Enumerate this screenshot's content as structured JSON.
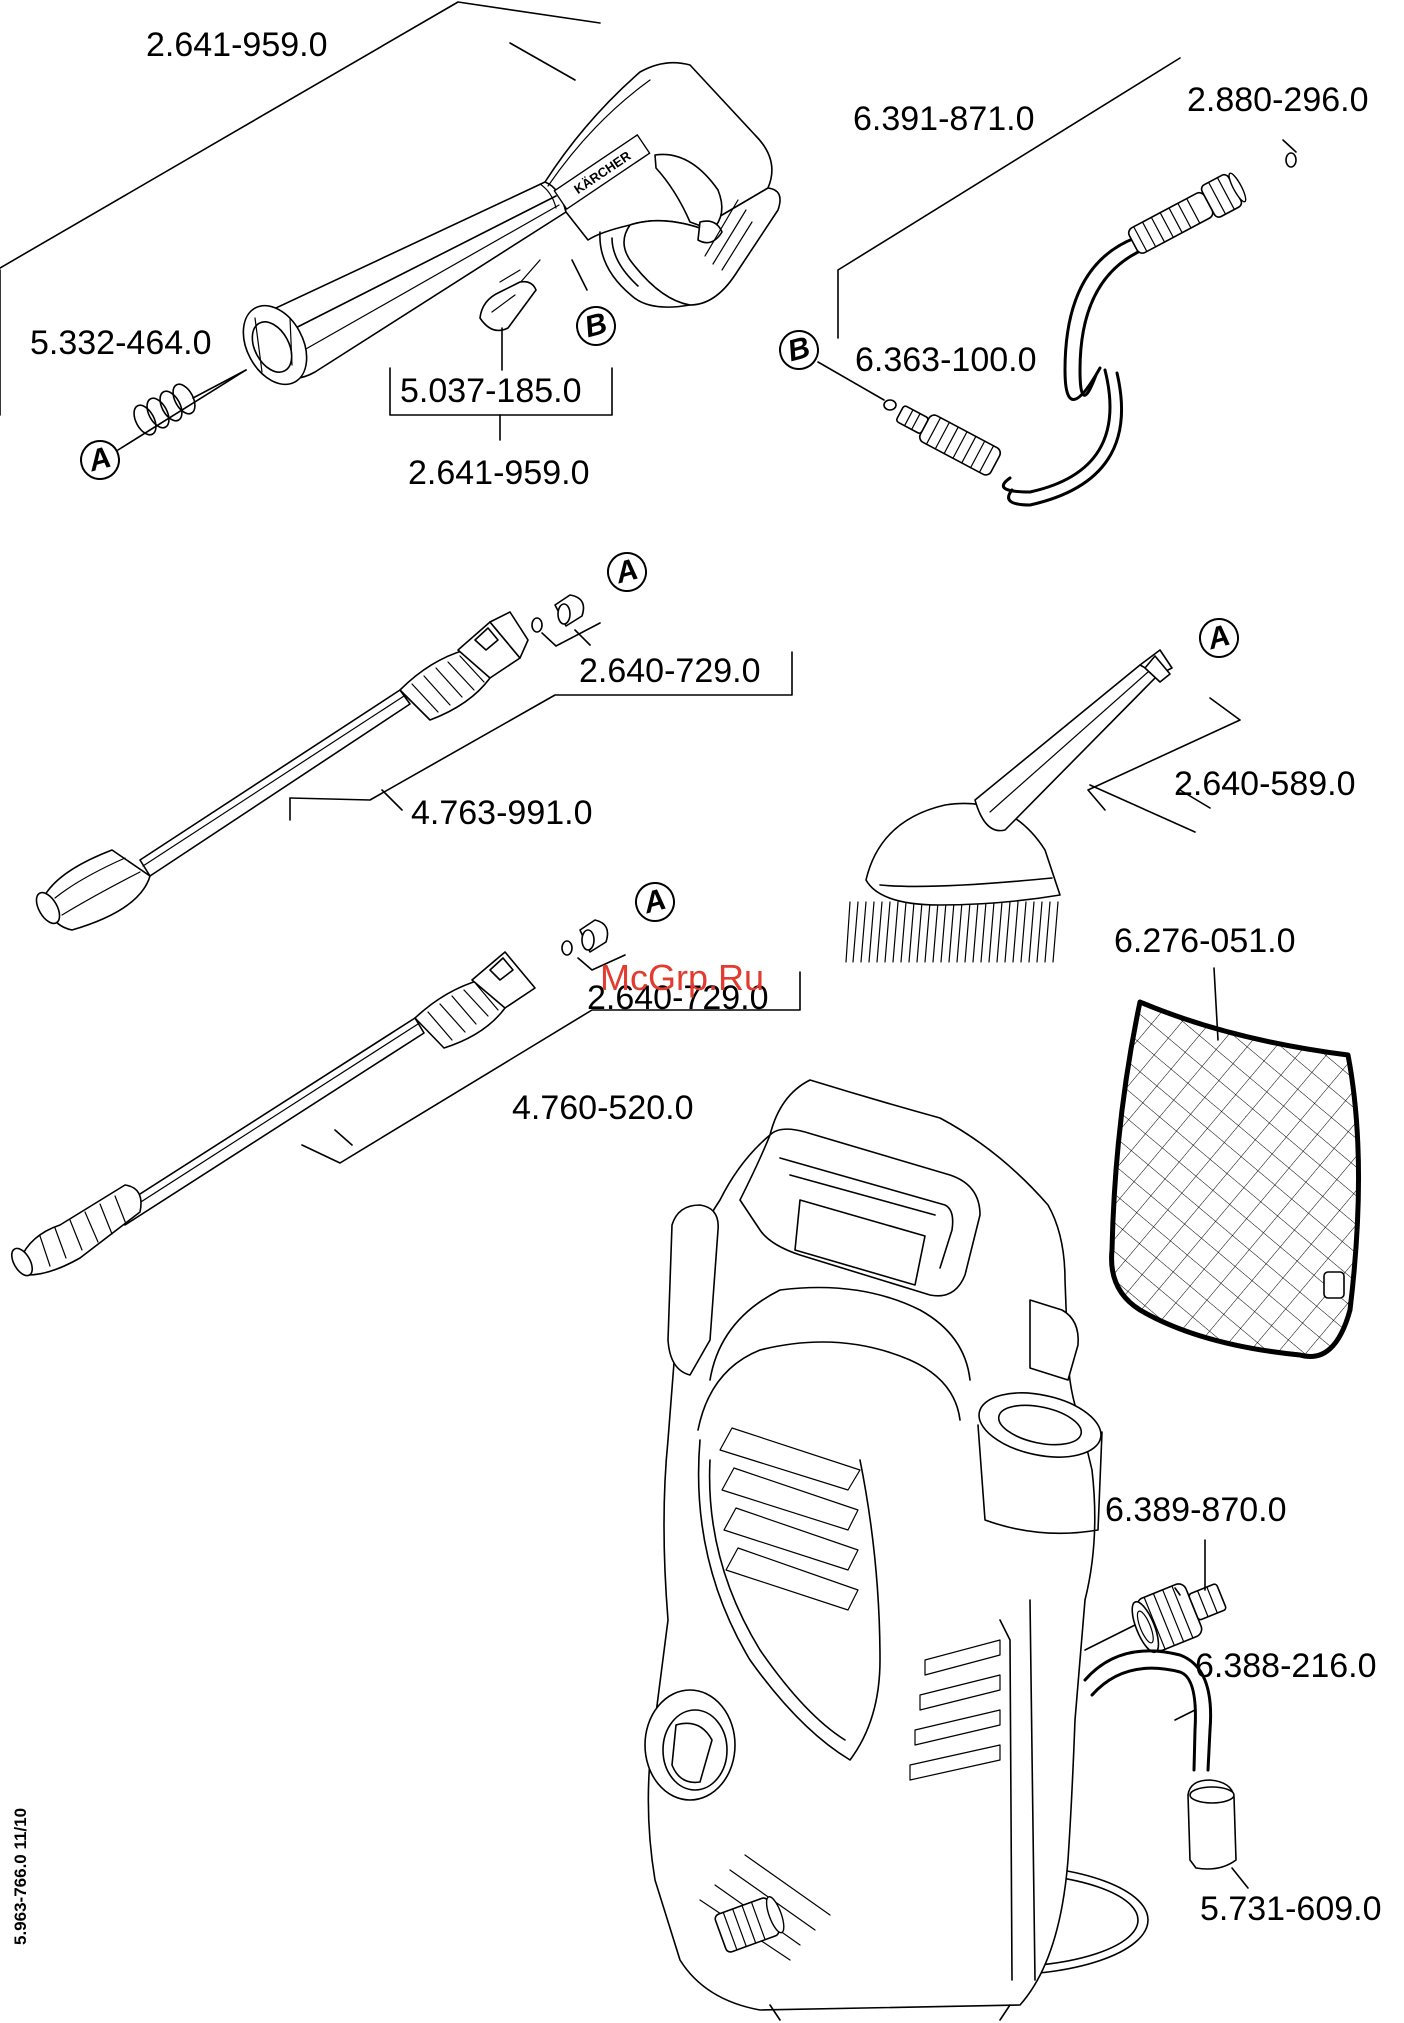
{
  "parts": {
    "gun_top": "2.641-959.0",
    "gun_spring": "5.332-464.0",
    "gun_clip": "5.037-185.0",
    "gun_bottom": "2.641-959.0",
    "hose": "6.391-871.0",
    "hose_oring_right": "2.880-296.0",
    "hose_oring_left": "6.363-100.0",
    "nozzle_set_1": "2.640-729.0",
    "lance_1": "4.763-991.0",
    "brush": "2.640-589.0",
    "nozzle_set_2": "2.640-729.0",
    "lance_2": "4.760-520.0",
    "filter_net": "6.276-051.0",
    "adapter": "6.389-870.0",
    "suction_hose": "6.388-216.0",
    "filter_cap": "5.731-609.0"
  },
  "callouts": {
    "a": "A",
    "b": "B"
  },
  "brand_print": "KÄRCHER",
  "watermark": "McGrp.Ru",
  "doc_id": "5.963-766.0  11/10"
}
